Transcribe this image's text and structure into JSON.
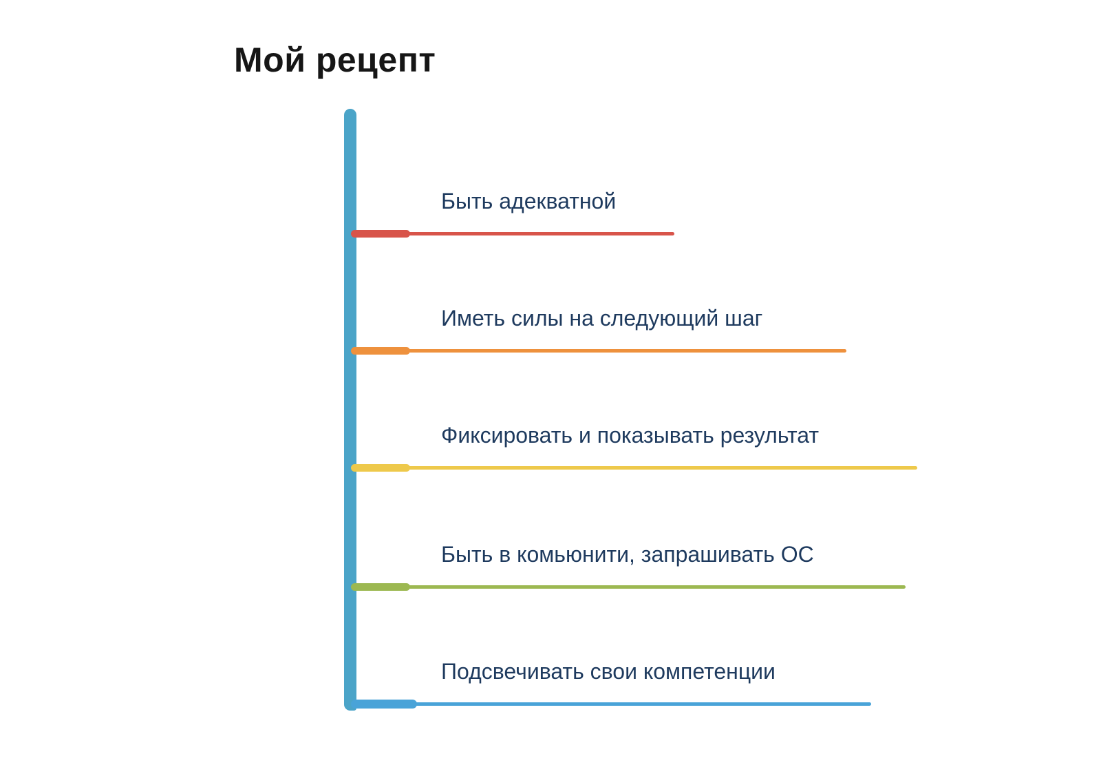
{
  "title": "Мой рецепт",
  "diagram": {
    "type": "mindmap-branch-list",
    "root_color": "#4ba4c8",
    "label_color": "#1e3a5e",
    "title_color": "#161616",
    "branches": [
      {
        "label": "Быть адекватной",
        "color": "#d8544a"
      },
      {
        "label": "Иметь силы на следующий шаг",
        "color": "#ee913d"
      },
      {
        "label": "Фиксировать и показывать результат",
        "color": "#eec94b"
      },
      {
        "label": "Быть в комьюнити, запрашивать ОС",
        "color": "#9cb851"
      },
      {
        "label": "Подсвечивать свои компетенции",
        "color": "#49a3d8"
      }
    ]
  }
}
